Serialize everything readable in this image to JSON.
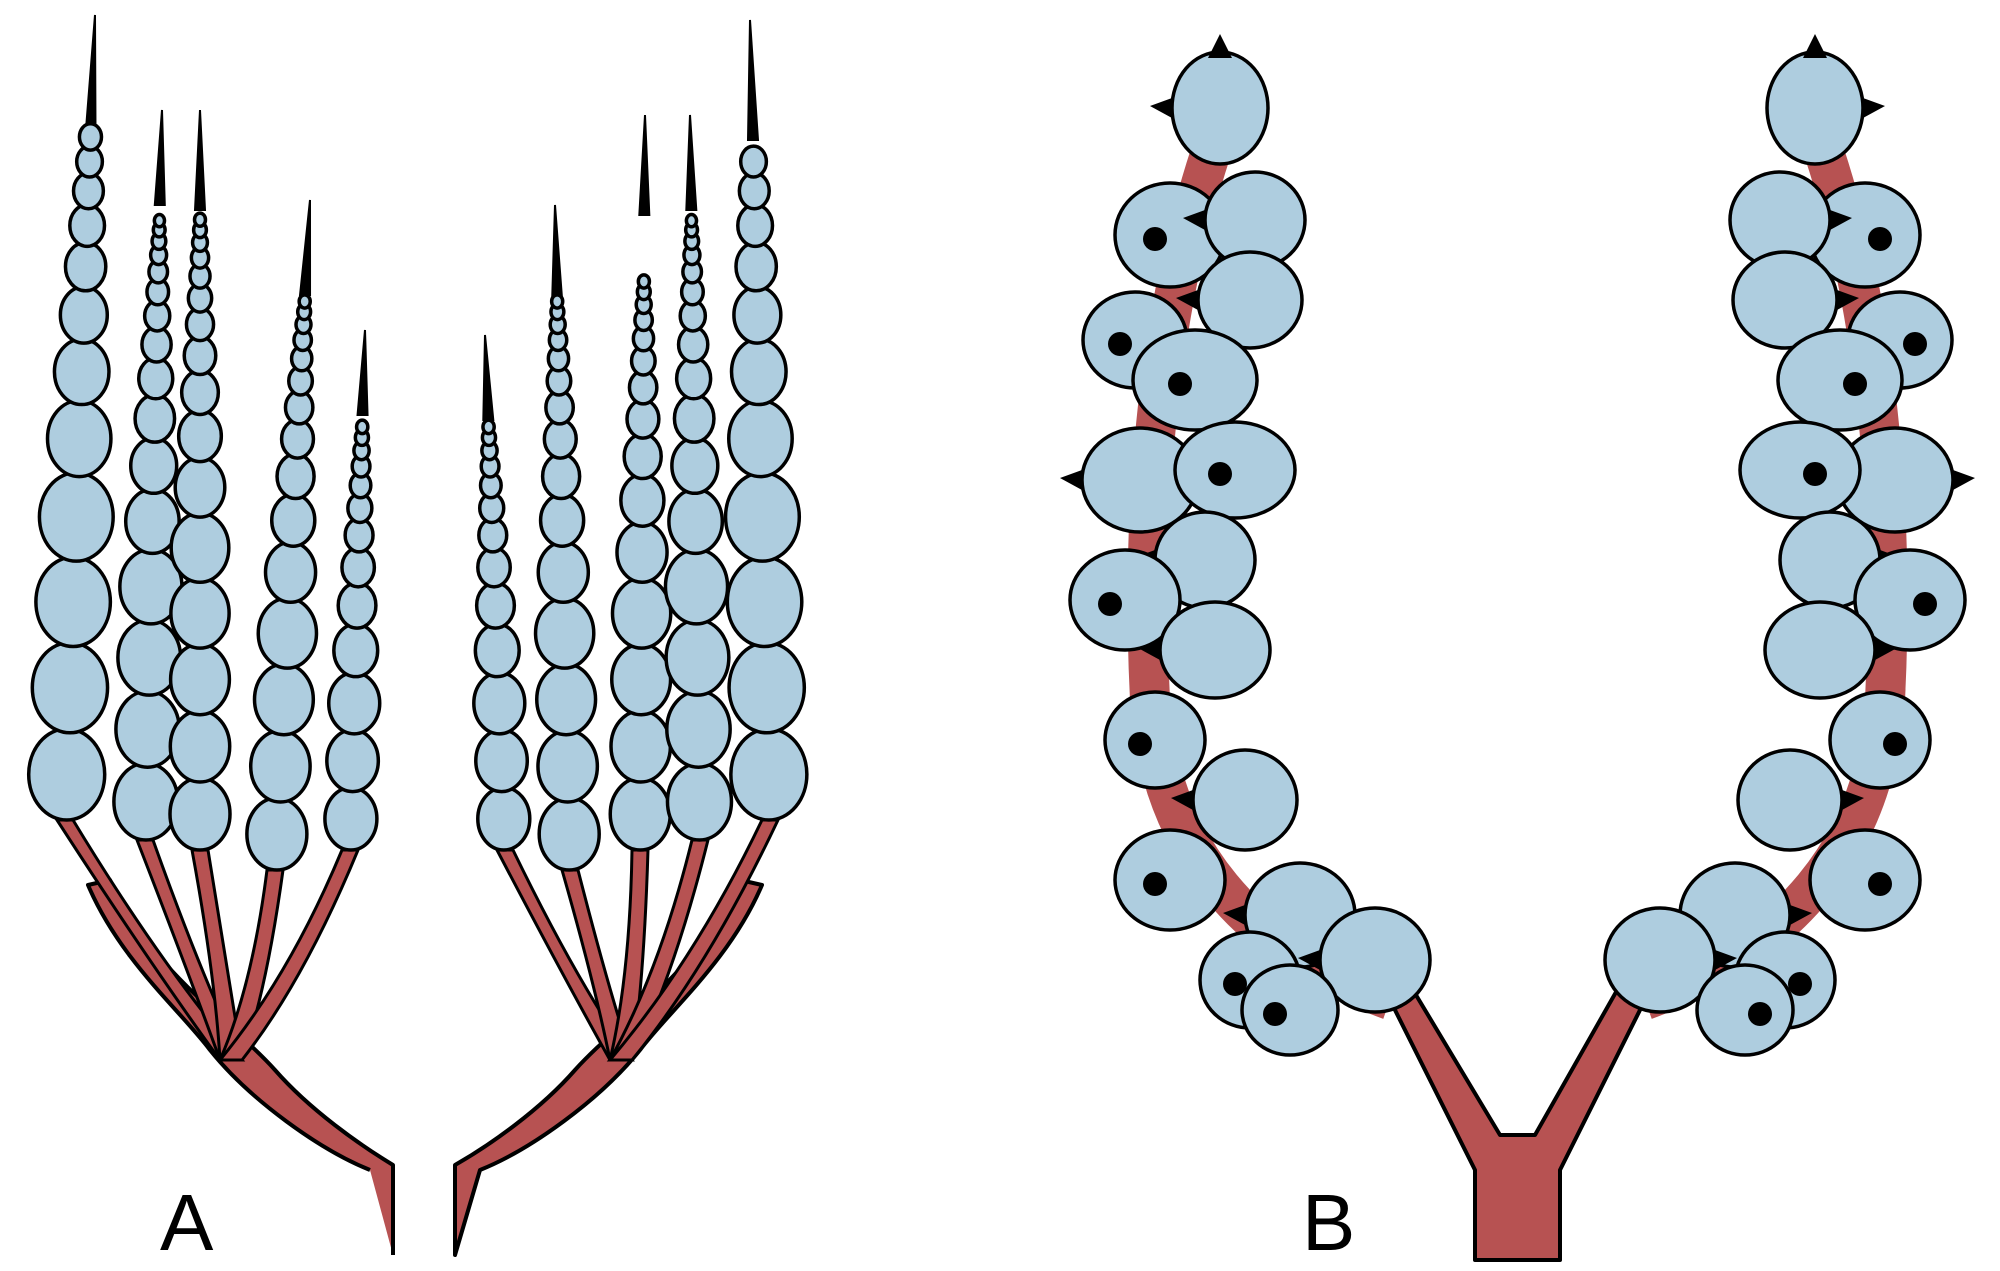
{
  "panels": [
    {
      "id": "a",
      "label": "A"
    },
    {
      "id": "b",
      "label": "B"
    }
  ],
  "colors": {
    "cell_fill": "#aecddf",
    "stalk_fill": "#b75252",
    "outline": "#000000",
    "background": "#ffffff"
  }
}
